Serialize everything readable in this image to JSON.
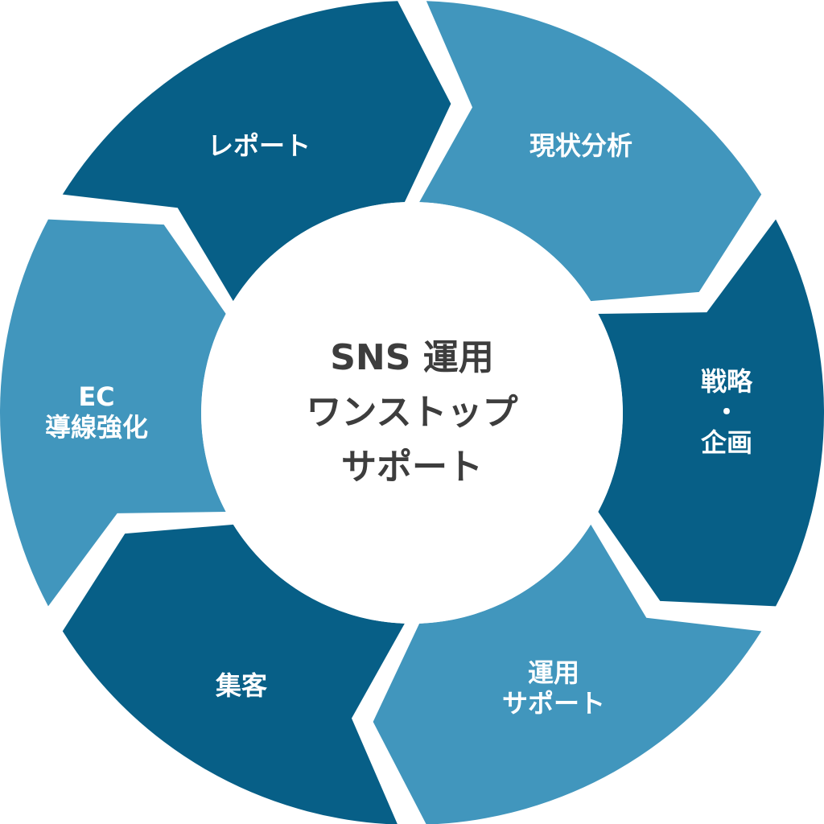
{
  "colors": {
    "dark": "#075f87",
    "light": "#4196bd",
    "center_text": "#3d3d3d",
    "label_text": "#ffffff"
  },
  "center": {
    "lines": [
      "SNS 運用",
      "ワンストップ",
      "サポート"
    ]
  },
  "cycle": [
    {
      "lines": [
        "現状分析"
      ],
      "tone": "light"
    },
    {
      "lines": [
        "戦略",
        "・",
        "企画"
      ],
      "tone": "dark"
    },
    {
      "lines": [
        "運用",
        "サポート"
      ],
      "tone": "light"
    },
    {
      "lines": [
        "集客"
      ],
      "tone": "dark"
    },
    {
      "lines": [
        "EC",
        "導線強化"
      ],
      "tone": "light"
    },
    {
      "lines": [
        "レポート"
      ],
      "tone": "dark"
    }
  ]
}
